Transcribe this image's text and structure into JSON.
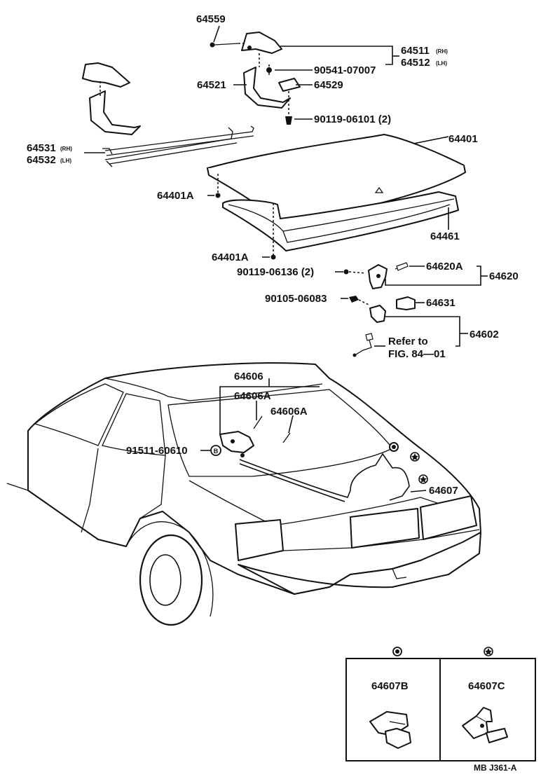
{
  "labels": {
    "p64559": "64559",
    "p64511": "64511",
    "p64511_side": "(RH)",
    "p64512": "64512",
    "p64512_side": "(LH)",
    "p90541": "90541-07007",
    "p64521": "64521",
    "p64529": "64529",
    "p90119_06101": "90119-06101 (2)",
    "p64401": "64401",
    "p64531": "64531",
    "p64531_side": "(RH)",
    "p64532": "64532",
    "p64532_side": "(LH)",
    "p64401A_top": "64401A",
    "p64461": "64461",
    "p64401A_bottom": "64401A",
    "p90119_06136": "90119-06136 (2)",
    "p64620A": "64620A",
    "p64620": "64620",
    "p90105": "90105-06083",
    "p64631": "64631",
    "p64602": "64602",
    "refer_line1": "Refer to",
    "refer_line2": "FIG. 84—01",
    "p64606": "64606",
    "p64606A_1": "64606A",
    "p64606A_2": "64606A",
    "p91511": "91511-60610",
    "p91511_marker": "B",
    "p64607": "64607",
    "inset_64607B": "64607B",
    "inset_64607C": "64607C",
    "diagram_code": "MB J361-A"
  },
  "symbols": {
    "filled_circle_marker": "filled-circle-symbol",
    "star_marker": "star-symbol"
  }
}
